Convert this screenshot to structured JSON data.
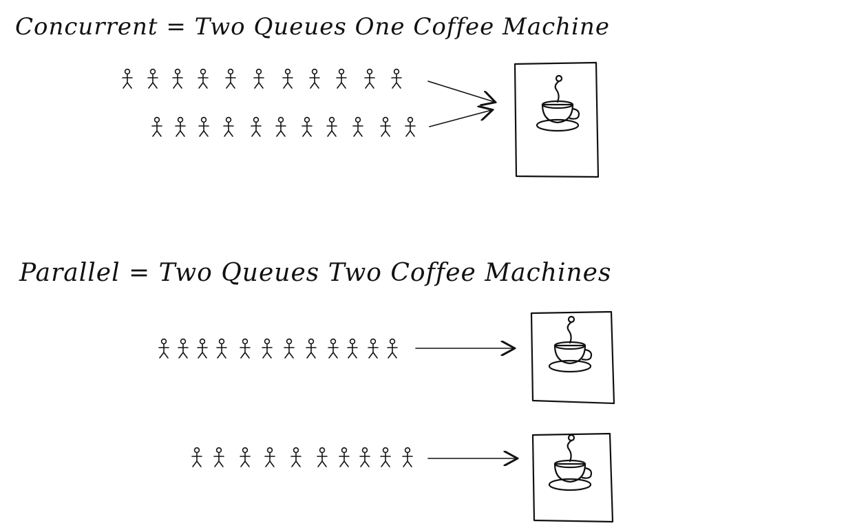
{
  "sections": [
    {
      "heading": "Concurrent = Two Queues One Coffee Machine",
      "queues": [
        {
          "people": 11
        },
        {
          "people": 11
        }
      ],
      "machines": 1
    },
    {
      "heading": "Parallel = Two Queues Two Coffee Machines",
      "queues": [
        {
          "people": 12
        },
        {
          "people": 10
        }
      ],
      "machines": 2
    }
  ],
  "icons": {
    "person": "stick-figure-icon",
    "machine": "coffee-machine-icon",
    "cup": "coffee-cup-icon",
    "arrow": "arrow-right-icon"
  },
  "colors": {
    "ink": "#111111",
    "paper": "#ffffff"
  }
}
